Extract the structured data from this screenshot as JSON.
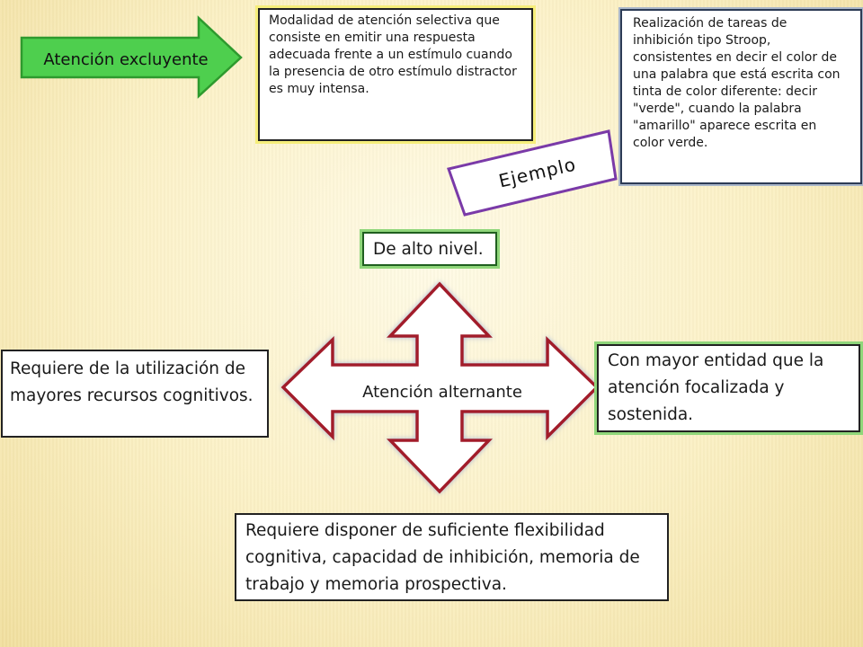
{
  "exclusive_arrow": {
    "label": "Atención excluyente",
    "fill": "#4ecf4e",
    "stroke": "#2e9a2e"
  },
  "definition_box": {
    "text": "Modalidad de atención selectiva que consiste en emitir una respuesta adecuada frente a un estímulo cuando la presencia de otro estímulo distractor es muy intensa."
  },
  "example_tag": {
    "label": "Ejemplo",
    "stroke": "#7a3aa8"
  },
  "example_box": {
    "text": "Realización de tareas de inhibición tipo Stroop, consistentes en decir el color de una palabra que está escrita con tinta de color diferente:  decir \"verde\", cuando la palabra \"amarillo\" aparece escrita en color verde."
  },
  "high_level": {
    "text": "De alto nivel."
  },
  "center": {
    "label": "Atención alternante",
    "arrow_stroke": "#a21c2a",
    "arrow_fill": "#ffffff"
  },
  "resources_box": {
    "text": "Requiere de la utilización de mayores recursos cognitivos."
  },
  "entity_box": {
    "text": "Con mayor entidad que la atención focalizada y sostenida."
  },
  "flexibility_box": {
    "text": "Requiere disponer de suficiente flexibilidad cognitiva, capacidad de inhibición, memoria de trabajo y memoria prospectiva."
  }
}
